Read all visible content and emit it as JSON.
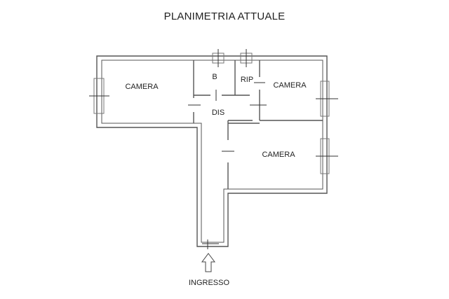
{
  "title": "PLANIMETRIA ATTUALE",
  "rooms": {
    "camera_left": "CAMERA",
    "bagno": "B",
    "ripostiglio": "RIP",
    "camera_right_top": "CAMERA",
    "disimpegno": "DIS",
    "camera_right_bottom": "CAMERA"
  },
  "entrance_label": "INGRESSO",
  "colors": {
    "wall": "#555555",
    "text": "#222222"
  }
}
